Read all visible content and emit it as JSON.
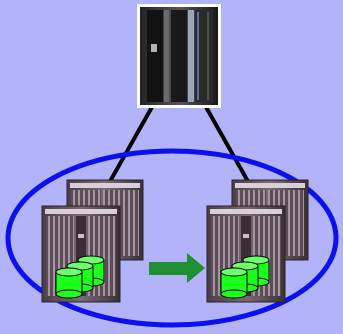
{
  "diagram": {
    "background_color": "#b3b3fa",
    "nodes": [
      {
        "id": "host-server",
        "icon": "mainframe-server-icon"
      },
      {
        "id": "left-storage-back",
        "icon": "storage-cabinet-icon"
      },
      {
        "id": "left-storage-front",
        "icon": "storage-cabinet-icon"
      },
      {
        "id": "right-storage-back",
        "icon": "storage-cabinet-icon"
      },
      {
        "id": "right-storage-front",
        "icon": "storage-cabinet-icon"
      }
    ],
    "groups": [
      {
        "id": "storage-cluster",
        "shape": "ellipse",
        "outline_color": "#0a10f0"
      }
    ],
    "connections": [
      {
        "from": "host-server",
        "to": "left-storage-back",
        "color": "#000000"
      },
      {
        "from": "host-server",
        "to": "right-storage-back",
        "color": "#000000"
      }
    ],
    "data_flow": [
      {
        "from": "left-storage-front",
        "to": "right-storage-front",
        "icon": "arrow-right-icon",
        "color": "#1f8f33"
      }
    ],
    "disk_sets": [
      {
        "on": "left-storage-front",
        "icon": "disk-stack-icon",
        "color": "#1cff1c"
      },
      {
        "on": "right-storage-front",
        "icon": "disk-stack-icon",
        "color": "#1cff1c"
      }
    ]
  }
}
